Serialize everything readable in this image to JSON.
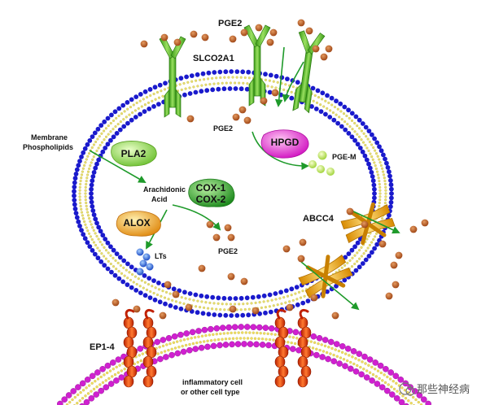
{
  "labels": {
    "pge2_top": "PGE2",
    "slco2a1": "SLCO2A1",
    "membrane_phospholipids_1": "Membrane",
    "membrane_phospholipids_2": "Phospholipids",
    "pge2_inner": "PGE2",
    "pla2": "PLA2",
    "hpgd": "HPGD",
    "pge_m": "PGE-M",
    "arachidonic_1": "Arachidonic",
    "arachidonic_2": "Acid",
    "cox1": "COX-1",
    "cox2": "COX-2",
    "alox": "ALOX",
    "abcc4": "ABCC4",
    "pge2_cox": "PGE2",
    "lts": "LTs",
    "ep14": "EP1-4",
    "target_cell_1": "inflammatory  cell",
    "target_cell_2": "or other cell type",
    "watermark": "那些神经病"
  },
  "colors": {
    "membrane_head": "#1a1acc",
    "membrane_tail": "#e8e070",
    "lower_head": "#d020d0",
    "lower_tail": "#f0e060",
    "receptor": "#5cc030",
    "pge2_dot": "#b8531c",
    "arrow": "#1e9a2a",
    "pla2": "#8ed24a",
    "hpgd": "#e020c8",
    "cox": "#30a030",
    "alox": "#f0a020",
    "abcc4": "#f0b020",
    "ep": "#e03010",
    "lts": "#1a60d8",
    "pge_m": "#b8e040"
  }
}
